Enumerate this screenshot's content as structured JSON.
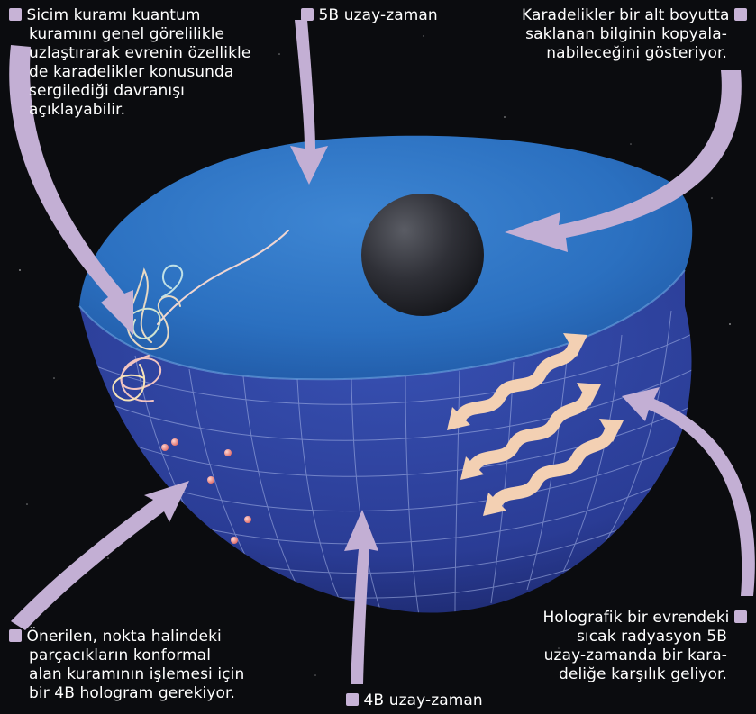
{
  "annotations": {
    "string_theory": [
      "Sicim kuramı kuantum",
      "kuramını genel görelilikle",
      "uzlaştırarak evrenin özellikle",
      "de karadelikler konusunda",
      "sergilediği davranışı",
      "açıklayabilir."
    ],
    "space_5d": "5B uzay-zaman",
    "black_holes": [
      "Karadelikler bir alt boyutta",
      "saklanan bilginin kopyala-",
      "nabileceğini gösteriyor."
    ],
    "hologram_4d": [
      "Önerilen, nokta halindeki",
      "parçacıkların konformal",
      "alan kuramının işlemesi için",
      "bir 4B hologram gerekiyor."
    ],
    "space_4d": "4B uzay-zaman",
    "radiation": [
      "Holografik bir evrendeki",
      "sıcak radyasyon 5B",
      "uzay-zamanda bir kara-",
      "deliğe karşılık geliyor."
    ]
  },
  "colors": {
    "background": "#0b0c0f",
    "bowl_inner": "#2a6fbf",
    "bowl_outer": "#2b3f99",
    "grid": "#a9b8ea",
    "arrow": "#c3afd4",
    "black_hole": "#2a2b31",
    "radiation_wave": "#f3d0b3",
    "particle": "#f08a86"
  }
}
